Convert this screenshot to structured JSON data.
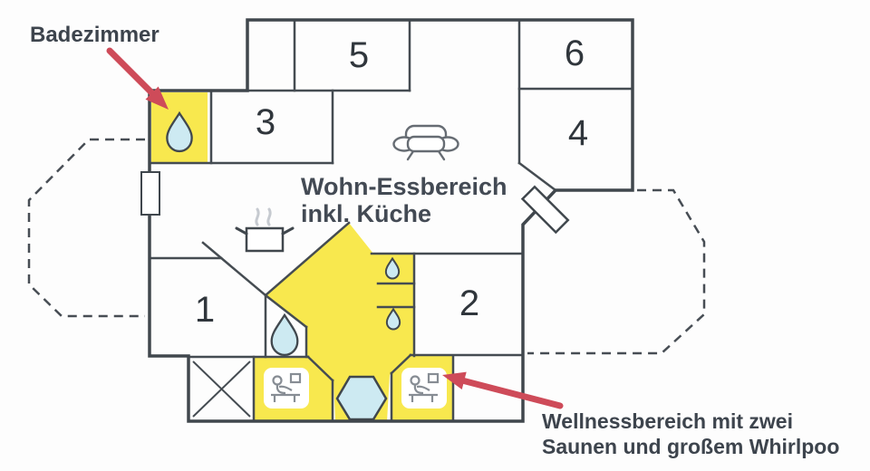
{
  "labels": {
    "badezimmer": "Badezimmer",
    "living_line1": "Wohn-Essbereich",
    "living_line2": "inkl. Küche",
    "wellness_line1": "Wellnessbereich mit zwei",
    "wellness_line2": "Saunen und großem Whirlpoo"
  },
  "room_numbers": {
    "room1": "1",
    "room2": "2",
    "room3": "3",
    "room4": "4",
    "room5": "5",
    "room6": "6"
  },
  "icons": {
    "bathroom": "water-drop-icon",
    "hall": "water-drop-icon",
    "wc": "water-drop-icon",
    "kitchen": "cooking-pot-icon",
    "living": "sofa-icon",
    "storage": "x-cross-icon",
    "sauna": "sauna-person-icon",
    "whirlpool": "hexagon-pool-icon",
    "entrance": "door-swing-icon",
    "window": "window-icon"
  },
  "colors": {
    "wall": "#40474d",
    "highlight_yellow": "#f8e84e",
    "water_blue": "#cdeaf2",
    "arrow_red": "#ce4b59",
    "label_text": "#3d444d",
    "terrace_dash": "#474d54"
  }
}
